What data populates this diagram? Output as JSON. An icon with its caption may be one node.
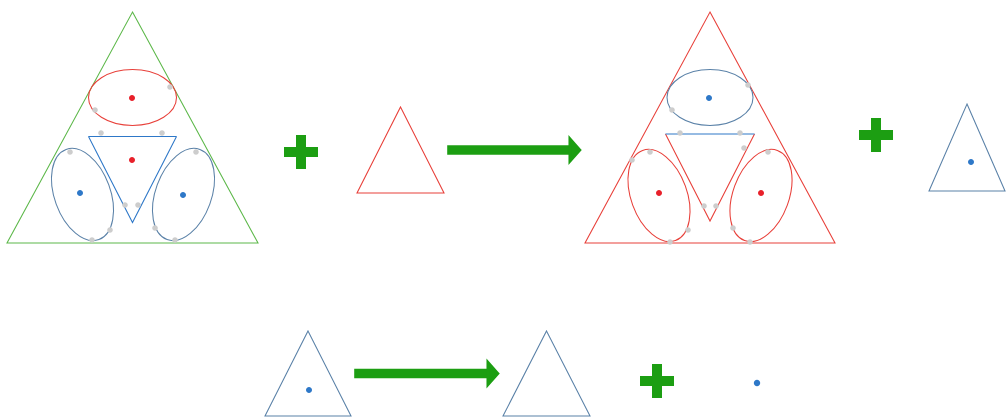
{
  "diagram": {
    "nodes": [
      {
        "text": [],
        "shape": "triangle"
      },
      {
        "text": [],
        "shape": "ellipse",
        "in": 0
      },
      {
        "text": [],
        "shape": "triangle",
        "in": 0
      },
      {
        "text": [],
        "shape": "ellipse",
        "in": 0
      },
      {
        "text": [],
        "shape": "ellipse",
        "in": 0
      },
      {
        "text": [],
        "shape": "triangle"
      },
      {
        "text": [],
        "shape": "triangle"
      },
      {
        "text": [],
        "shape": "ellipse",
        "in": 6
      },
      {
        "text": [],
        "shape": "triangle",
        "in": 6
      },
      {
        "text": [],
        "shape": "ellipse",
        "in": 6
      },
      {
        "text": [],
        "shape": "ellipse",
        "in": 6
      },
      {
        "text": [],
        "shape": "triangle"
      },
      {
        "text": [],
        "shape": "triangle"
      },
      {
        "text": [],
        "shape": "triangle"
      },
      {
        "text": [],
        "shape": "circle"
      }
    ],
    "edges": [
      {
        "from": 5,
        "to": 6,
        "arrow": "to"
      },
      {
        "from": 12,
        "to": 13,
        "arrow": "to"
      }
    ]
  }
}
